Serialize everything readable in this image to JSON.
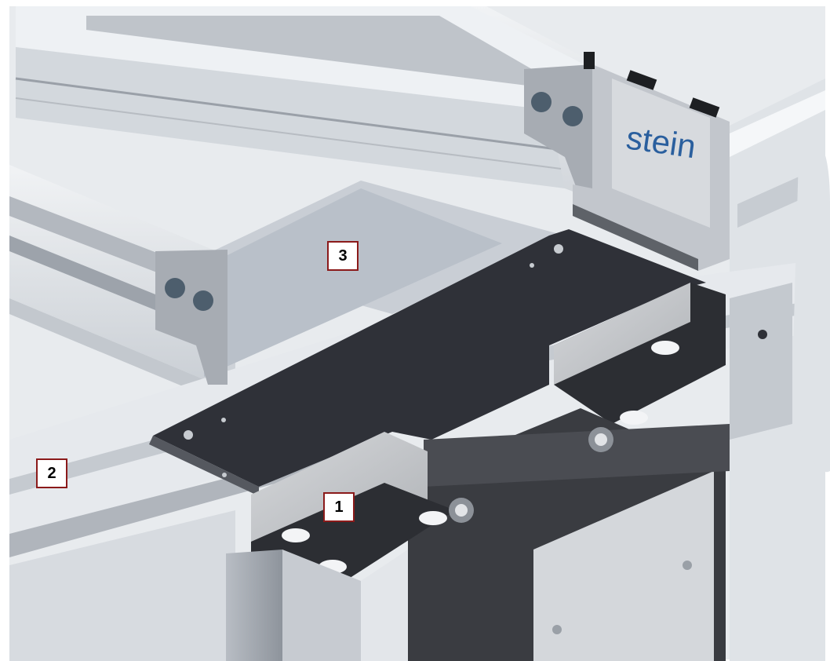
{
  "callouts": [
    {
      "label": "1"
    },
    {
      "label": "2"
    },
    {
      "label": "3"
    }
  ],
  "brand": {
    "text": "stein",
    "color": "#2a5f9e"
  },
  "colors": {
    "callout_border": "#8b1a1a",
    "plate_dark": "#2f3138",
    "aluminium": "#d9dde2",
    "aluminium_shadow": "#a9aeb5"
  }
}
